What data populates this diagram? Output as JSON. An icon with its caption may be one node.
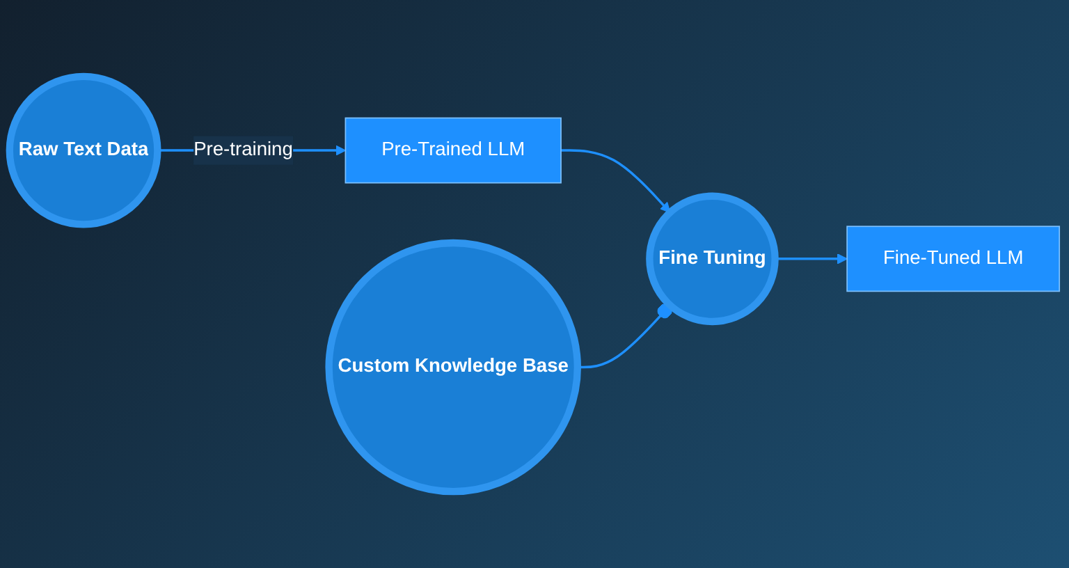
{
  "diagram": {
    "nodes": [
      {
        "text": [
          "Raw Text Data"
        ]
      },
      {
        "text": [
          "Pre-Trained LLM"
        ]
      },
      {
        "text": [
          "Fine Tuning"
        ]
      },
      {
        "text": [
          "Fine-Tuned LLM"
        ]
      },
      {
        "text": [
          "Custom Knowledge Base"
        ]
      }
    ],
    "edges": [
      {
        "from": 0,
        "to": 1,
        "arrow": "to",
        "label": "Pre-training"
      },
      {
        "from": 1,
        "to": 2,
        "arrow": "to"
      },
      {
        "from": 2,
        "to": 3,
        "arrow": "to"
      },
      {
        "from": 4,
        "to": 2,
        "arrow": "other"
      }
    ]
  }
}
